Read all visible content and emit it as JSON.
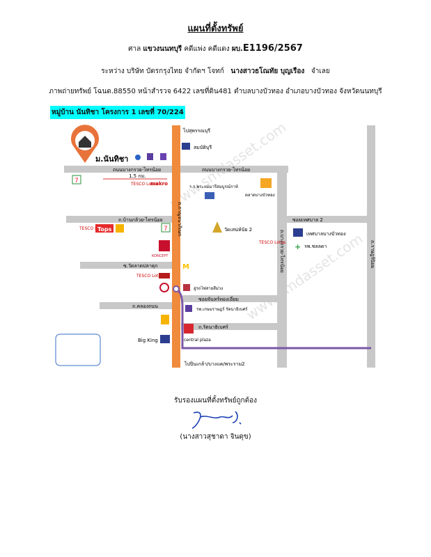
{
  "header": {
    "title": "แผนที่ตั้งทรัพย์",
    "court_prefix": "ศาล",
    "court_name": "แขวงนนทบุรี",
    "case_type": "คดีแพ่ง คดีแดง",
    "case_prefix": "ผบ.",
    "case_no": "E1196/2567",
    "parties_prefix": "ระหว่าง บริษัท บัตรกรุงไทย จำกัดฯ   โจทก์",
    "defendant": "นางสาวธโณทัย  บุญเรือง",
    "defendant_role": "จำเลย",
    "photo_prefix": "ภาพถ่ายทรัพย์ โฉนด.",
    "deed_no": "88550",
    "page_prefix": " หน้าสำรวจ ",
    "survey_no": "6422",
    "land_prefix": " เลขที่ดิน",
    "land_no": "481",
    "location": " ตำบลบางบัวทอง อำเภอบางบัวทอง จังหวัดนนทบุรี",
    "project": "หมู่บ้าน นันทิชา โครงการ 1  เลขที่ 70/224"
  },
  "map": {
    "target_label": "ม.นันทิชา",
    "distance": "1.5 กม.",
    "watermark": "www.smdasset.com",
    "roads": {
      "main_vertical": "ถ.กาญจนาภิเษก",
      "to_suphan": "ไปสุพรรณบุรี",
      "to_bangyai": "ไปปิ่นเกล้า/บางแค/พระราม2",
      "bangkruai_left": "ถนนบางกรวย-ไทรน้อย",
      "bangkruai_right": "ถนนบางกรวย-ไทรน้อย",
      "bangkluay": "ถ.บ้านกล้วย-ไทรน้อย",
      "talad": "ซ.วัดลาดปลาดุก",
      "klong": "ถ.คลองถนน",
      "jantong": "ซอยจันทร์ทองเอี่ยม",
      "rattanathibet": "ถ.รัตนาธิเบศร์",
      "bangkruai_v": "ถ.บางกรวย-ไทรน้อย",
      "ratniyom": "ถ.ราษฎร์นิยม",
      "soi_thesaban": "ซอยเทศบาล 2"
    },
    "places": {
      "bank": "สมบัติบุรี",
      "school": "ร.ร.พระแม่มารีสมบูรณ์ราห์",
      "market": "ตลาดบางบัวทอง",
      "temple": "วัดเสน่ห์นัย 2",
      "office": "เทศบาลบางบัวทอง",
      "hosp_mhp": "รพ.ชลลดา",
      "boat": "อู่รถไฟสายสีม่วง",
      "hospital": "รพ.เกษมราษฎร์ รัตนาธิเบศร์",
      "bigking": "Big King",
      "central": "central plaza",
      "tesco": "TESCO Lotus",
      "tops": "Tops",
      "konzept": "KONCEPT",
      "makro": "makro",
      "seven": "7"
    }
  },
  "footer": {
    "certify": "รับรองแผนที่ตั้งทรัพย์ถูกต้อง",
    "signer": "(นางสาวสุชาดา   จินดุข)",
    "signature": "Suchada J."
  },
  "colors": {
    "main_road": "#f08a3c",
    "road": "#c8c8c8",
    "purple_line": "#7b57a7",
    "highlight": "#00ffff",
    "pin": "#e8733a"
  }
}
